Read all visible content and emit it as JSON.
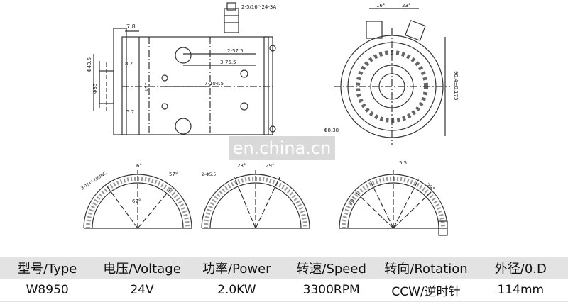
{
  "watermark": "en.china.cn",
  "side_view": {
    "dims": [
      "7.8",
      "2-5/16\"-24-3A",
      "2-57.5",
      "3-75.5",
      "7-104.5",
      "8.2",
      "5.7",
      "114",
      "Φ35",
      "Φ43.5"
    ]
  },
  "front_view": {
    "dims": [
      "16°",
      "23°",
      "90.4±0.175",
      "Φ8.38"
    ]
  },
  "flange_views": [
    {
      "dims": [
        "3-1/4\"-20UNC",
        "6°",
        "57°",
        "62°"
      ]
    },
    {
      "dims": [
        "2-Φ5.5",
        "23°",
        "29°"
      ]
    },
    {
      "dims": [
        "5.5",
        "29°",
        "29°"
      ]
    }
  ],
  "spec_table": {
    "headers": [
      "型号/Type",
      "电压/Voltage",
      "功率/Power",
      "转速/Speed",
      "转向/Rotation",
      "外径/0.D"
    ],
    "values": [
      "W8950",
      "24V",
      "2.0KW",
      "3300RPM",
      "CCW/逆时针",
      "114mm"
    ]
  }
}
